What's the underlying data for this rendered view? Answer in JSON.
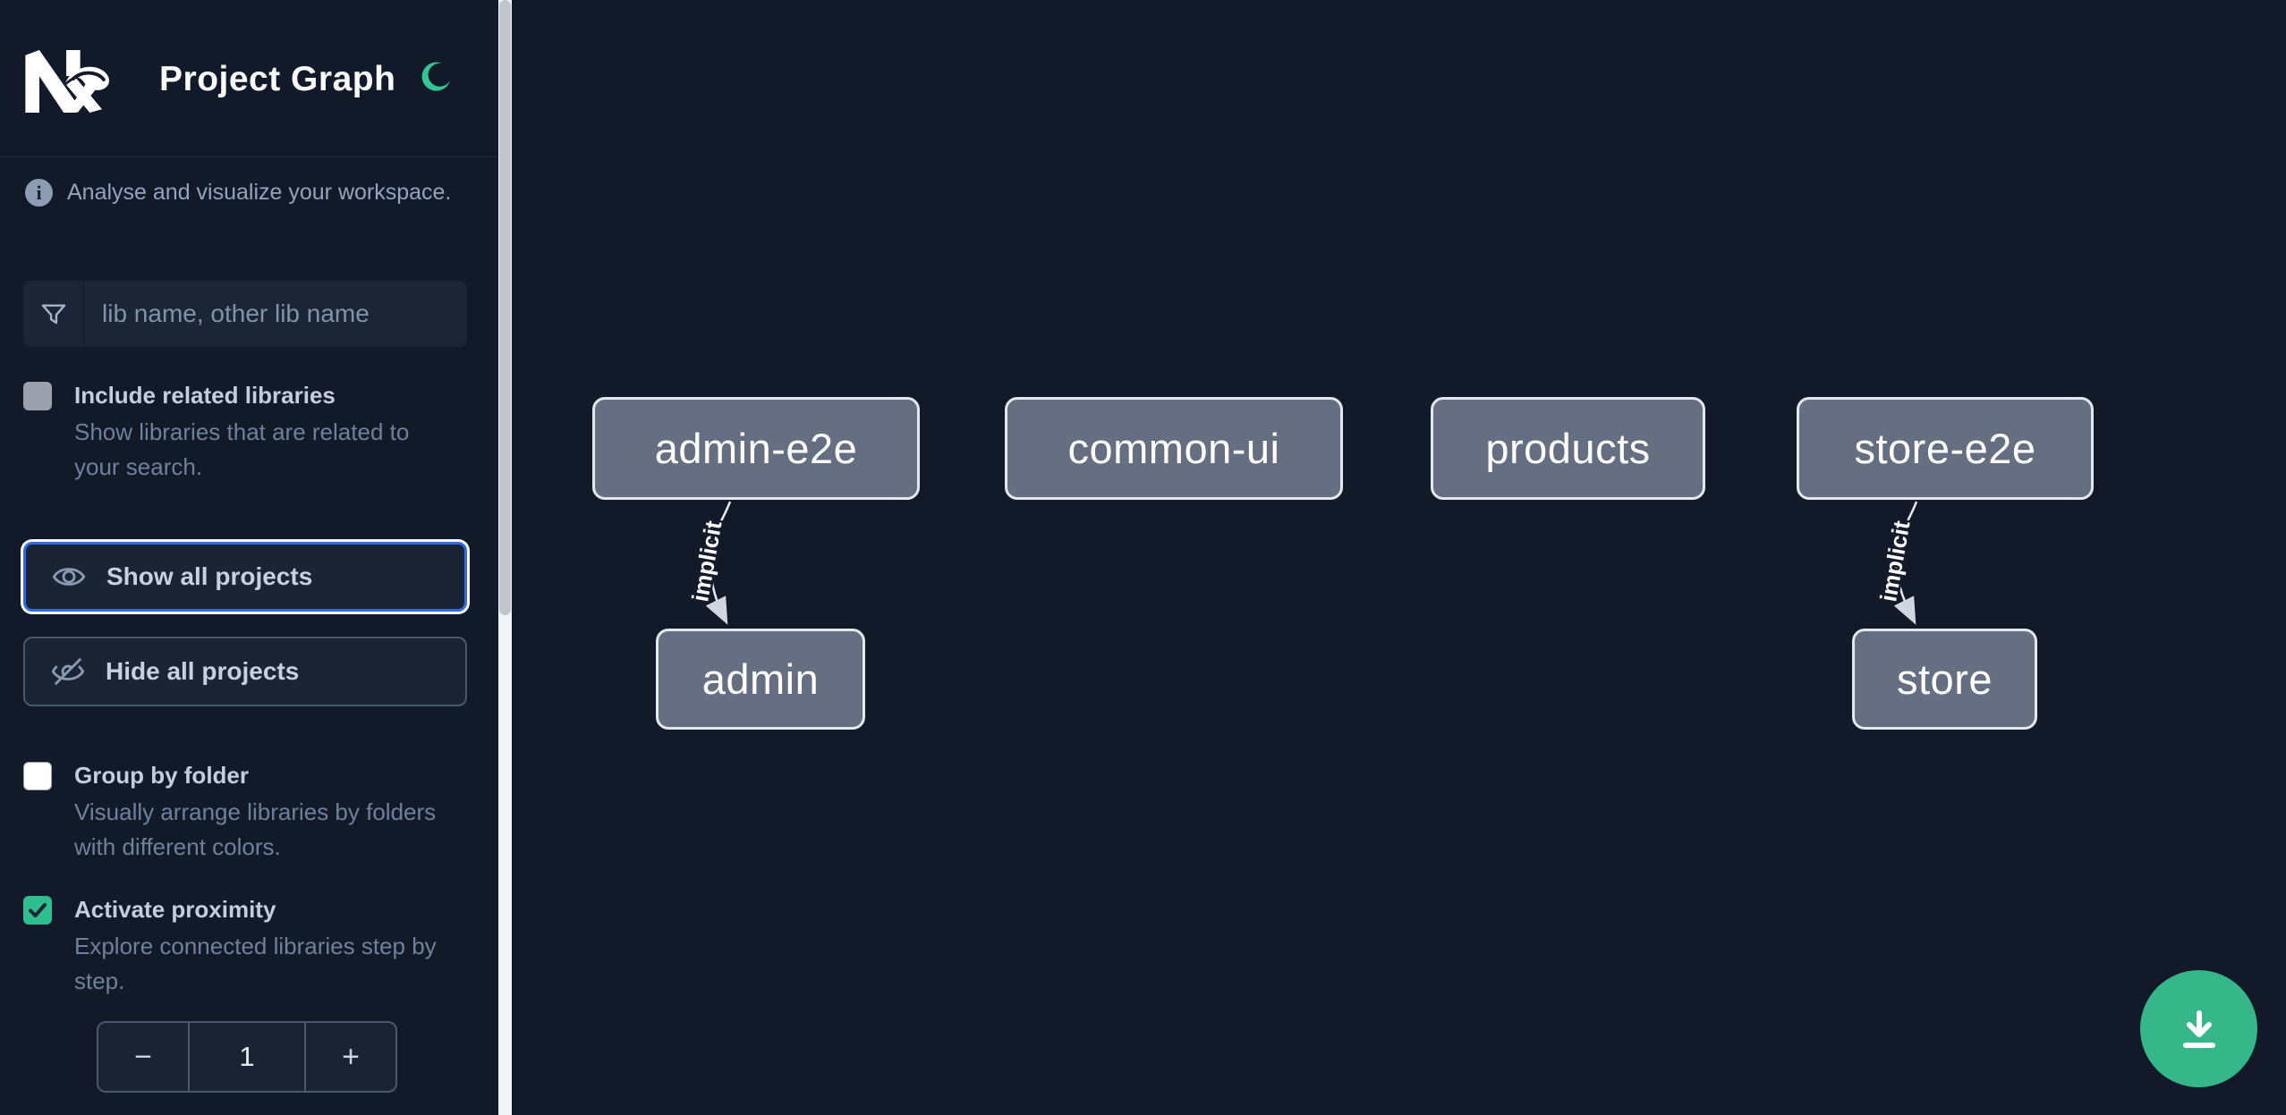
{
  "app": {
    "title": "Project Graph",
    "logo_icon": "nx-logo",
    "theme_toggle_icon": "moon-icon"
  },
  "sidebar": {
    "tagline": "Analyse and visualize your workspace.",
    "search": {
      "icon": "funnel-icon",
      "placeholder": "lib name, other lib name",
      "value": ""
    },
    "toggles": [
      {
        "label": "Include related libraries",
        "description": "Show libraries that are related to your search.",
        "checked": false
      },
      {
        "label": "Group by folder",
        "description": "Visually arrange libraries by folders with different colors.",
        "checked": false
      },
      {
        "label": "Activate proximity",
        "description": "Explore connected libraries step by step.",
        "checked": true
      }
    ],
    "buttons": [
      {
        "label": "Show all projects",
        "icon": "eye-icon",
        "focused": true
      },
      {
        "label": "Hide all projects",
        "icon": "eye-slash-icon",
        "focused": false
      }
    ],
    "stepper": {
      "decrement": "−",
      "value": "1",
      "increment": "+"
    }
  },
  "graph": {
    "nodes": [
      {
        "label": "admin-e2e"
      },
      {
        "label": "common-ui"
      },
      {
        "label": "products"
      },
      {
        "label": "store-e2e"
      },
      {
        "label": "admin"
      },
      {
        "label": "store"
      }
    ],
    "edges": [
      {
        "from": "admin-e2e",
        "to": "admin",
        "label": "implicit"
      },
      {
        "from": "store-e2e",
        "to": "store",
        "label": "implicit"
      }
    ]
  },
  "fab": {
    "icon": "download-icon"
  },
  "colors": {
    "background": "#121a29",
    "node_fill": "#656f81",
    "node_border": "#e3e8ef",
    "accent_green": "#35b789",
    "moon_green": "#34c596",
    "focus_blue": "#2e6be4",
    "checkbox_checked_green": "#2fbe8e",
    "scrollbar_track": "#f1f5f9",
    "scrollbar_thumb": "#c2c6cc"
  }
}
